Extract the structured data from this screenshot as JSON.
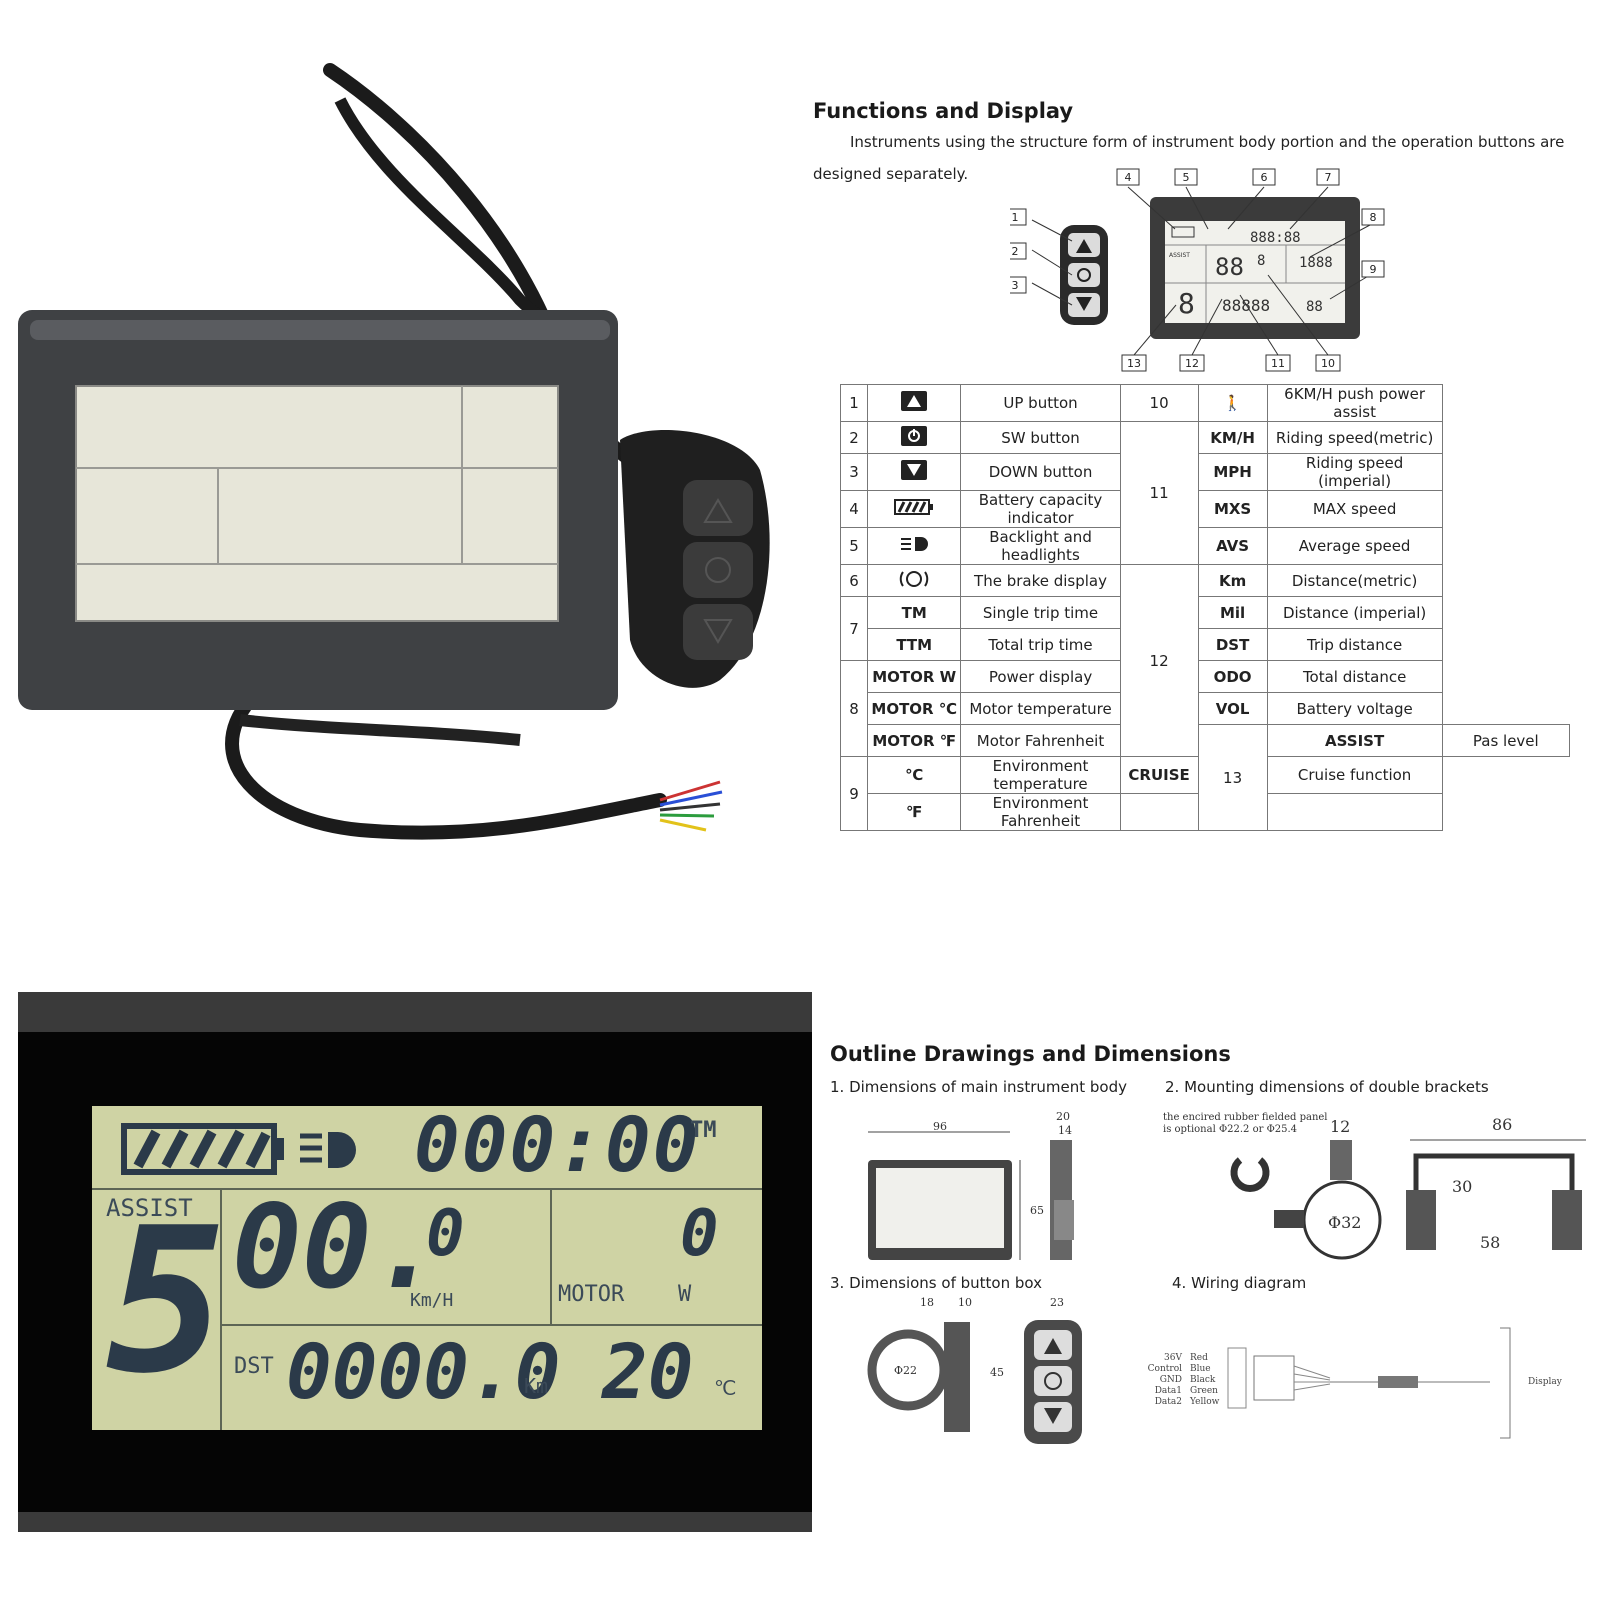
{
  "functions": {
    "title": "Functions and Display",
    "intro_line1": "Instruments using the structure form of instrument body portion and the operation buttons are",
    "intro_line2": "designed separately.",
    "callouts": [
      "1",
      "2",
      "3",
      "4",
      "5",
      "6",
      "7",
      "8",
      "9",
      "10",
      "11",
      "12",
      "13"
    ],
    "diagram_readouts": {
      "tm": "888:88",
      "speed": "88",
      "assist": "8",
      "motor": "1888",
      "dst": "88888",
      "temp": "88",
      "assist_label": "ASSIST"
    },
    "rows_left": [
      {
        "num": "1",
        "icon": "up-triangle-icon",
        "desc": "UP button"
      },
      {
        "num": "2",
        "icon": "power-icon",
        "desc": "SW button"
      },
      {
        "num": "3",
        "icon": "down-triangle-icon",
        "desc": "DOWN button"
      },
      {
        "num": "4",
        "icon": "battery-icon",
        "desc": "Battery capacity indicator"
      },
      {
        "num": "5",
        "icon": "headlight-icon",
        "desc": "Backlight and headlights"
      },
      {
        "num": "6",
        "icon": "brake-icon",
        "desc": "The brake display"
      },
      {
        "num": "7",
        "code": "TM",
        "desc": "Single trip time"
      },
      {
        "code": "TTM",
        "desc": "Total trip time"
      },
      {
        "num": "8",
        "code": "MOTOR W",
        "desc": "Power display"
      },
      {
        "code": "MOTOR ℃",
        "desc": "Motor temperature"
      },
      {
        "code": "MOTOR ℉",
        "desc": "Motor Fahrenheit"
      },
      {
        "num": "9",
        "code": "℃",
        "desc": "Environment temperature"
      },
      {
        "code": "℉",
        "desc": "Environment Fahrenheit"
      }
    ],
    "rows_right": [
      {
        "num": "10",
        "icon": "walking-person-icon",
        "desc": "6KM/H push power assist"
      },
      {
        "num": "11",
        "code": "KM/H",
        "desc": "Riding speed(metric)"
      },
      {
        "code": "MPH",
        "desc": "Riding speed (imperial)"
      },
      {
        "code": "MXS",
        "desc": "MAX speed"
      },
      {
        "code": "AVS",
        "desc": "Average speed"
      },
      {
        "num": "12",
        "code": "Km",
        "desc": "Distance(metric)"
      },
      {
        "code": "Mil",
        "desc": "Distance (imperial)"
      },
      {
        "code": "DST",
        "desc": "Trip distance"
      },
      {
        "code": "ODO",
        "desc": "Total distance"
      },
      {
        "code": "VOL",
        "desc": "Battery voltage"
      },
      {
        "num": "13",
        "code": "ASSIST",
        "desc": "Pas level"
      },
      {
        "code": "CRUISE",
        "desc": "Cruise function"
      }
    ]
  },
  "lcd_closeup": {
    "time": "000:00",
    "time_unit": "TM",
    "assist_label": "ASSIST",
    "assist_level": "5",
    "speed": "00.",
    "speed_decimal": "0",
    "speed_unit": "Km/H",
    "motor_value": "0",
    "motor_label": "MOTOR",
    "motor_unit": "W",
    "dst_label": "DST",
    "distance": "0000.0",
    "distance_unit": "Km",
    "temperature": "20",
    "temp_unit": "℃"
  },
  "outline": {
    "title": "Outline Drawings and Dimensions",
    "sec1": "1. Dimensions of main instrument body",
    "sec2": "2. Mounting dimensions of double brackets",
    "sec3": "3. Dimensions of button box",
    "sec4": "4. Wiring diagram",
    "dims1": {
      "width": "96",
      "height": "65",
      "depth_a": "20",
      "depth_b": "14"
    },
    "bracket_note_1": "the encired rubber fielded panel",
    "bracket_note_2": "is optional Φ22.2 or Φ25.4",
    "dims2": {
      "a": "12",
      "dia": "Φ32",
      "top": "86",
      "height": "30",
      "bottom": "58"
    },
    "dims3": {
      "a": "18",
      "b": "10",
      "c": "23",
      "h": "45",
      "dia": "Φ22"
    },
    "wiring": {
      "labels_left": [
        "36V",
        "Control",
        "GND",
        "Data1",
        "Data2"
      ],
      "labels_color": [
        "Red",
        "Blue",
        "Black",
        "Green",
        "Yellow"
      ],
      "display_label": "Display"
    }
  },
  "colors": {
    "lcd_bg": "#cfd3a4",
    "lcd_segment": "#2b3a49",
    "bezel": "#3a3a3a"
  }
}
